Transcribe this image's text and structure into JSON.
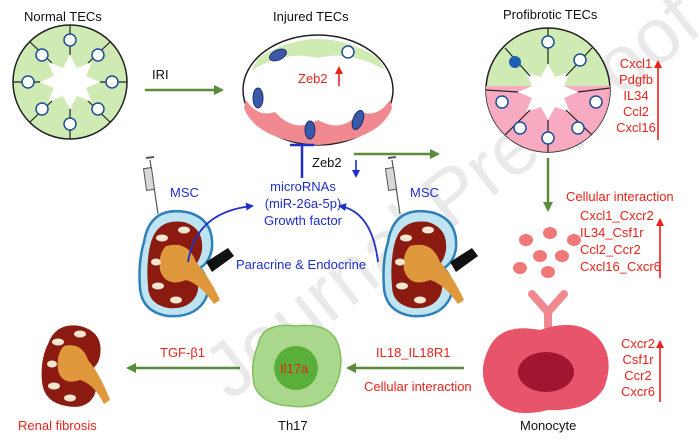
{
  "watermark": "Journal Pre-proof",
  "labels": {
    "normal_tecs": "Normal TECs",
    "injured_tecs": "Injured TECs",
    "profibrotic_tecs": "Profibrotic TECs",
    "iri": "IRI",
    "zeb2_up": "Zeb2",
    "zeb2_down": "Zeb2",
    "msc_left": "MSC",
    "msc_right": "MSC",
    "microrna_line1": "microRNAs",
    "microrna_line2": "(miR-26a-5p)",
    "microrna_line3": "Growth factor",
    "paracrine": "Paracrine & Endocrine",
    "tgf": "TGF-β1",
    "il17a": "Il17a",
    "il18": "IL18_IL18R1",
    "cellular_interaction_bottom": "Cellular interaction",
    "renal_fibrosis": "Renal fibrosis",
    "th17": "Th17",
    "monocyte": "Monocyte"
  },
  "profibrotic_genes": [
    "Cxcl1",
    "Pdgfb",
    "IL34",
    "Ccl2",
    "Cxcl16"
  ],
  "interaction_title": "Cellular interaction",
  "interaction_pairs": [
    "Cxcl1_Cxcr2",
    "IL34_Csf1r",
    "Ccl2_Ccr2",
    "Cxcl16_Cxcr6"
  ],
  "monocyte_receptors": [
    "Cxcr2",
    "Csf1r",
    "Ccr2",
    "Cxcr6"
  ],
  "colors": {
    "red_text": "#e8231b",
    "blue_text": "#1f2fc8",
    "arrow_green": "#5a8a3a",
    "cell_green": "#cfeab3",
    "cell_pink": "#f8aac0",
    "kidney_dark": "#8b1a10"
  }
}
